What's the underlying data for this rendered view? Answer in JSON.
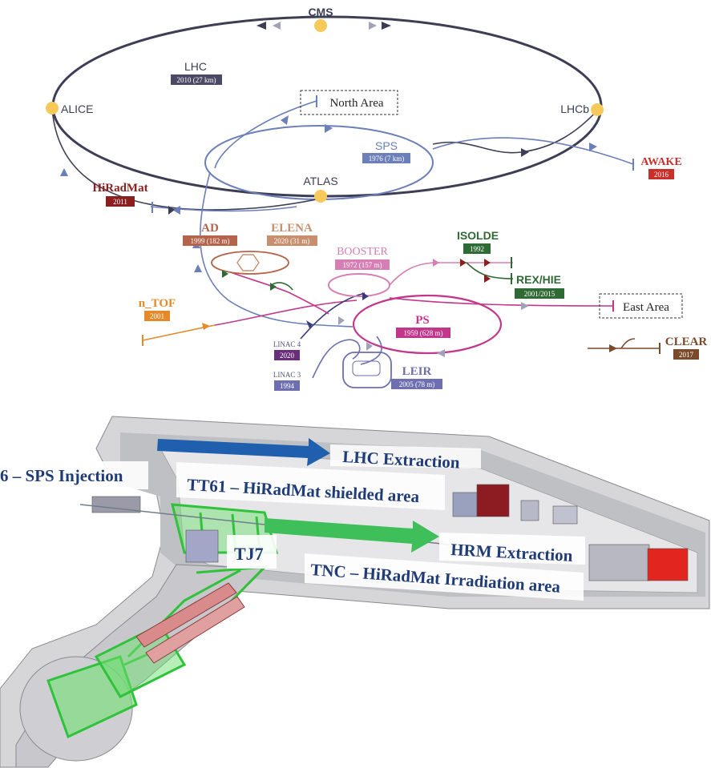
{
  "complex": {
    "cms": "CMS",
    "alice": "ALICE",
    "lhcb": "LHCb",
    "atlas": "ATLAS",
    "lhc": {
      "name": "LHC",
      "year": "2010 (27 km)"
    },
    "sps": {
      "name": "SPS",
      "year": "1976 (7 km)"
    },
    "north_area": "North Area",
    "awake": {
      "name": "AWAKE",
      "year": "2016"
    },
    "hiradmat": {
      "name": "HiRadMat",
      "year": "2011"
    },
    "ad": {
      "name": "AD",
      "year": "1999 (182 m)"
    },
    "elena": {
      "name": "ELENA",
      "year": "2020 (31 m)"
    },
    "booster": {
      "name": "BOOSTER",
      "year": "1972 (157 m)"
    },
    "isolde": {
      "name": "ISOLDE",
      "year": "1992"
    },
    "rexhie": {
      "name": "REX/HIE",
      "year": "2001/2015"
    },
    "ntof": {
      "name": "n_TOF",
      "year": "2001"
    },
    "east_area": "East Area",
    "ps": {
      "name": "PS",
      "year": "1959 (628 m)"
    },
    "linac4": {
      "name": "LINAC 4",
      "year": "2020"
    },
    "linac3": {
      "name": "LINAC 3",
      "year": "1994"
    },
    "leir": {
      "name": "LEIR",
      "year": "2005 (78 m)"
    },
    "clear": {
      "name": "CLEAR",
      "year": "2017"
    }
  },
  "tunnel": {
    "lhc_extraction": "LHC Extraction",
    "sps_injection": "6 – SPS Injection",
    "tt61": "TT61 – HiRadMat shielded area",
    "tj7": "TJ7",
    "hrm_extraction": "HRM Extraction",
    "tnc": "TNC – HiRadMat Irradiation area"
  },
  "colors": {
    "lhc": "#3d3d55",
    "sps": "#6b7fb8",
    "ps": "#c2378c",
    "booster": "#d57fb4",
    "ad": "#b5634a",
    "elena": "#c78f6e",
    "isolde": "#2f6a35",
    "ntof": "#e58a2a",
    "leir": "#6d6fb0",
    "hiradmat": "#8b1e1e",
    "awake": "#c9302c",
    "clear": "#7a4a2a",
    "node": "#f7c95a",
    "tunnel_text": "#1f3c78",
    "blue_arrow": "#1f5fad",
    "green_arrow": "#3fbf5a"
  }
}
